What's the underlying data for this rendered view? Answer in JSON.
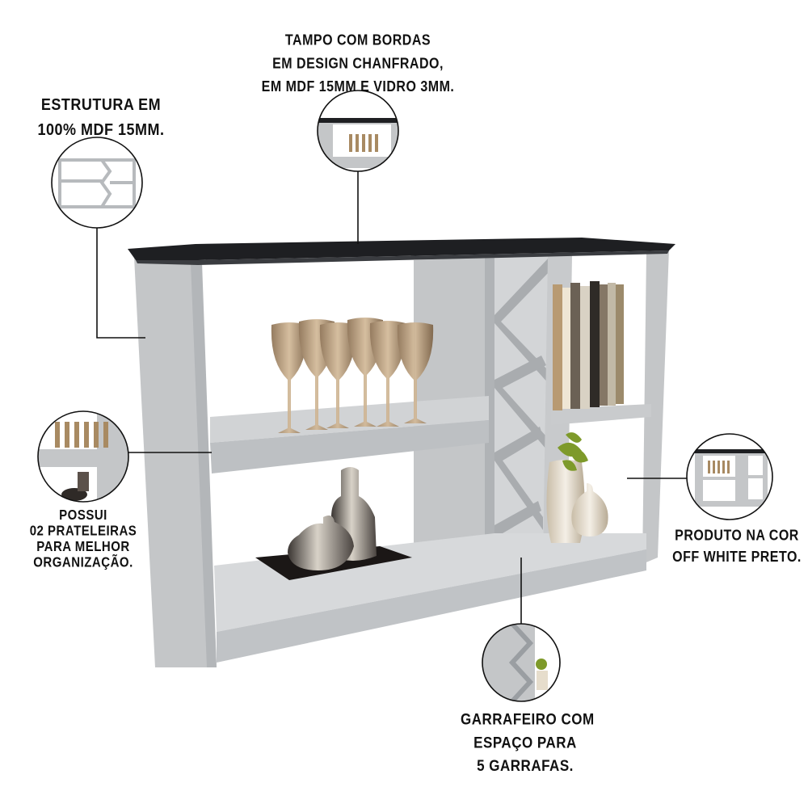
{
  "annotations": {
    "top": {
      "lines": [
        "TAMPO COM BORDAS",
        "EM DESIGN  CHANFRADO,",
        "EM MDF 15MM E VIDRO 3MM."
      ]
    },
    "structure": {
      "lines": [
        "ESTRUTURA EM",
        "100% MDF 15MM."
      ]
    },
    "shelves": {
      "lines": [
        "POSSUI",
        "02 PRATELEIRAS",
        "PARA MELHOR",
        "ORGANIZAÇÃO."
      ]
    },
    "color": {
      "lines": [
        "PRODUTO NA COR",
        "OFF WHITE PRETO."
      ]
    },
    "wine_rack": {
      "lines": [
        "GARRAFEIRO COM",
        "ESPAÇO PARA",
        "5 GARRAFAS."
      ]
    }
  },
  "colors": {
    "body": "#c4c6c8",
    "body_dark": "#9fa2a5",
    "top": "#1e1f22",
    "interior": "#ffffff",
    "line": "#111111"
  }
}
